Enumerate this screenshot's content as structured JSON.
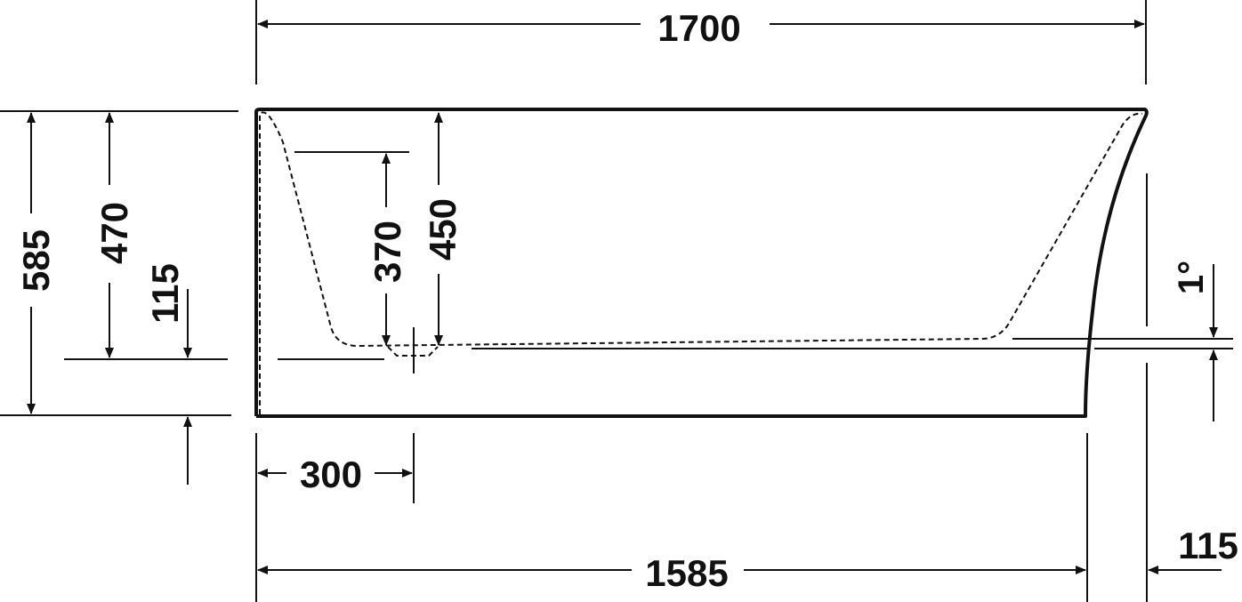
{
  "drawing": {
    "title": "Bathtub side elevation dimension drawing",
    "unit": "mm",
    "colors": {
      "line": "#111111",
      "background": "#ffffff"
    },
    "dimensions": {
      "overall_length": "1700",
      "overall_height": "585",
      "bottom_length": "1585",
      "rim_to_floor_level": "470",
      "base_offset_height": "115",
      "overflow_height": "370",
      "interior_depth": "450",
      "drain_position": "300",
      "right_overhang": "115",
      "floor_slope": "1°"
    }
  }
}
